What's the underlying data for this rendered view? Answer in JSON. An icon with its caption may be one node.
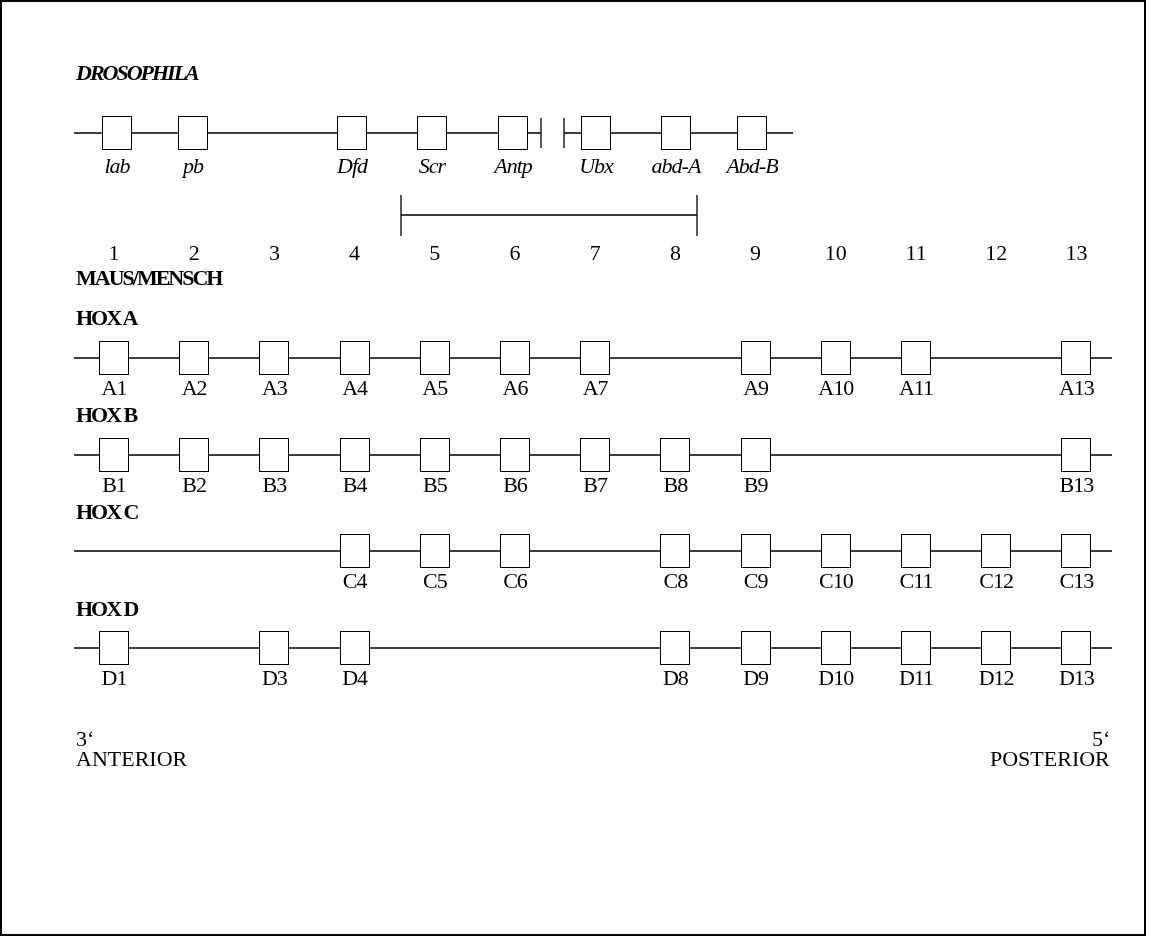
{
  "diagram": {
    "nodes": [
      {
        "text": [
          "lab"
        ]
      },
      {
        "text": [
          "pb"
        ]
      },
      {
        "text": [
          "Dfd"
        ]
      },
      {
        "text": [
          "Scr"
        ]
      },
      {
        "text": [
          "Antp"
        ]
      },
      {
        "text": [
          "Ubx"
        ]
      },
      {
        "text": [
          "abd-A"
        ]
      },
      {
        "text": [
          "Abd-B"
        ]
      },
      {
        "text": [
          "A1"
        ]
      },
      {
        "text": [
          "A2"
        ]
      },
      {
        "text": [
          "A3"
        ]
      },
      {
        "text": [
          "A4"
        ]
      },
      {
        "text": [
          "A5"
        ]
      },
      {
        "text": [
          "A6"
        ]
      },
      {
        "text": [
          "A7"
        ]
      },
      {
        "text": [
          "A9"
        ]
      },
      {
        "text": [
          "A10"
        ]
      },
      {
        "text": [
          "A11"
        ]
      },
      {
        "text": [
          "A13"
        ]
      },
      {
        "text": [
          "B1"
        ]
      },
      {
        "text": [
          "B2"
        ]
      },
      {
        "text": [
          "B3"
        ]
      },
      {
        "text": [
          "B4"
        ]
      },
      {
        "text": [
          "B5"
        ]
      },
      {
        "text": [
          "B6"
        ]
      },
      {
        "text": [
          "B7"
        ]
      },
      {
        "text": [
          "B8"
        ]
      },
      {
        "text": [
          "B9"
        ]
      },
      {
        "text": [
          "B13"
        ]
      },
      {
        "text": [
          "C4"
        ]
      },
      {
        "text": [
          "C5"
        ]
      },
      {
        "text": [
          "C6"
        ]
      },
      {
        "text": [
          "C8"
        ]
      },
      {
        "text": [
          "C9"
        ]
      },
      {
        "text": [
          "C10"
        ]
      },
      {
        "text": [
          "C11"
        ]
      },
      {
        "text": [
          "C12"
        ]
      },
      {
        "text": [
          "C13"
        ]
      },
      {
        "text": [
          "D1"
        ]
      },
      {
        "text": [
          "D3"
        ]
      },
      {
        "text": [
          "D4"
        ]
      },
      {
        "text": [
          "D8"
        ]
      },
      {
        "text": [
          "D9"
        ]
      },
      {
        "text": [
          "D10"
        ]
      },
      {
        "text": [
          "D11"
        ]
      },
      {
        "text": [
          "D12"
        ]
      },
      {
        "text": [
          "D13"
        ]
      }
    ],
    "edges": [],
    "labels": [
      "DROSOPHILA",
      "1",
      "2",
      "3",
      "4",
      "5",
      "6",
      "7",
      "8",
      "9",
      "10",
      "11",
      "12",
      "13",
      "MAUS/MENSCH",
      "HOX A",
      "HOX B",
      "HOX C",
      "HOX D",
      "3‘",
      "ANTERIOR",
      "5‘",
      "POSTERIOR"
    ]
  }
}
